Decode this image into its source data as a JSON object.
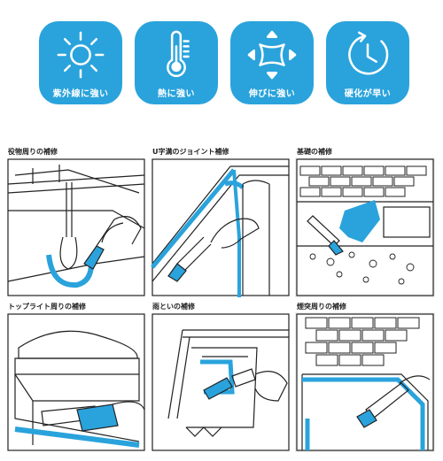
{
  "features": [
    {
      "icon": "sun-icon",
      "label": "紫外線に強い"
    },
    {
      "icon": "thermometer-icon",
      "label": "熱に強い"
    },
    {
      "icon": "stretch-icon",
      "label": "伸びに強い"
    },
    {
      "icon": "clock-icon",
      "label": "硬化が早い"
    }
  ],
  "illustrations": [
    {
      "caption": "役物周りの補修"
    },
    {
      "caption": "U字溝のジョイント補修"
    },
    {
      "caption": "基礎の補修"
    },
    {
      "caption": "トップライト周りの補修"
    },
    {
      "caption": "雨といの補修"
    },
    {
      "caption": "煙突周りの補修"
    }
  ],
  "colors": {
    "accent": "#2aa3dc",
    "line": "#222222",
    "panel_bg": "#eeeeee"
  }
}
